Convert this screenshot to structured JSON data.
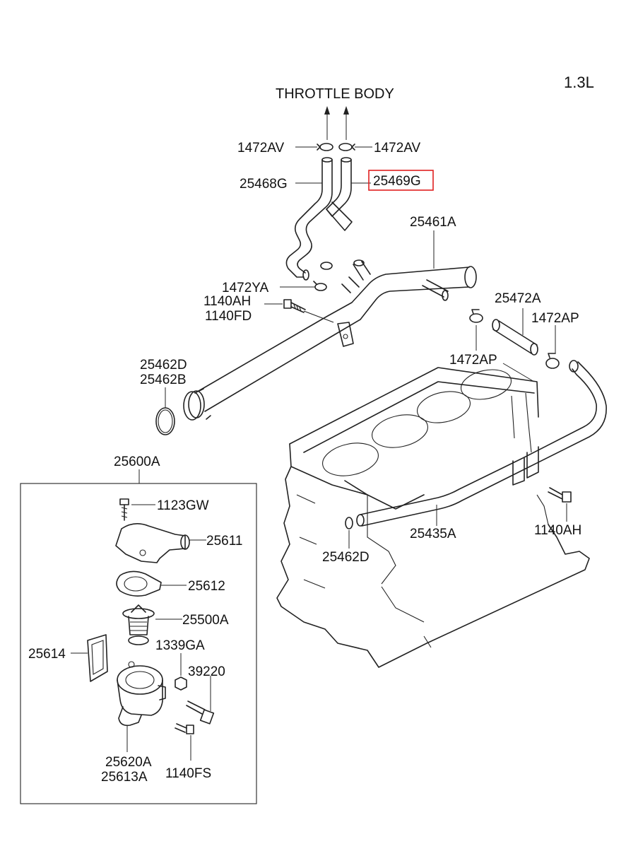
{
  "engine_label": "1.3L",
  "throttle_body_label": "THROTTLE BODY",
  "highlight_color": "#e02020",
  "callouts": {
    "p1472av_left": "1472AV",
    "p1472av_right": "1472AV",
    "p25468g": "25468G",
    "p25469g": "25469G",
    "p25461a": "25461A",
    "p1472ya": "1472YA",
    "p1140ah_top": "1140AH",
    "p1140fd": "1140FD",
    "p25472a": "25472A",
    "p1472ap_right": "1472AP",
    "p1472ap_center": "1472AP",
    "p25462d_top": "25462D",
    "p25462b": "25462B",
    "p25600a": "25600A",
    "p1123gw": "1123GW",
    "p25611": "25611",
    "p25612": "25612",
    "p25500a": "25500A",
    "p25614": "25614",
    "p1339ga": "1339GA",
    "p39220": "39220",
    "p25620a": "25620A",
    "p25613a": "25613A",
    "p1140fs": "1140FS",
    "p25462d_bottom": "25462D",
    "p25435a": "25435A",
    "p1140ah_bottom": "1140AH"
  }
}
